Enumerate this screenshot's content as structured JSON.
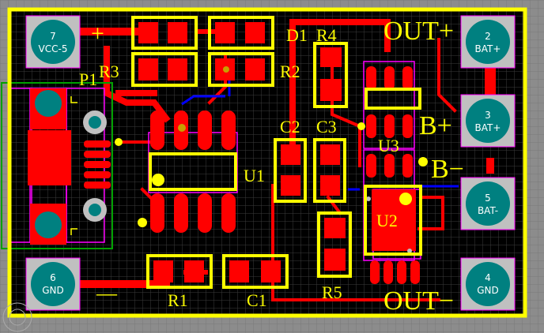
{
  "labels": {
    "d1": "D1",
    "r4": "R4",
    "r3": "R3",
    "r2": "R2",
    "p1": "P1",
    "c2": "C2",
    "c3": "C3",
    "u1": "U1",
    "u3": "U3",
    "u2": "U2",
    "r1": "R1",
    "c1": "C1",
    "r5": "R5",
    "out_plus": "OUT+",
    "out_minus": "OUT−",
    "b_plus": "B+",
    "b_minus": "B−",
    "plus_mark": "+",
    "minus_mark": "—"
  },
  "pads": {
    "p7": {
      "num": "7",
      "net": "VCC-5"
    },
    "p6": {
      "num": "6",
      "net": "GND"
    },
    "p2": {
      "num": "2",
      "net": "BAT+"
    },
    "p3": {
      "num": "3",
      "net": "BAT+"
    },
    "p5": {
      "num": "5",
      "net": "BAT-"
    },
    "p4": {
      "num": "4",
      "net": "GND"
    }
  },
  "colors": {
    "copper_top": "#ff0000",
    "copper_bottom": "#0000ff",
    "silkscreen": "#ffff00",
    "outline": "#ff00ff",
    "background": "#000000",
    "grid": "#3a3a3a",
    "pad_fill": "#c0c0c0",
    "via": "#008080"
  }
}
